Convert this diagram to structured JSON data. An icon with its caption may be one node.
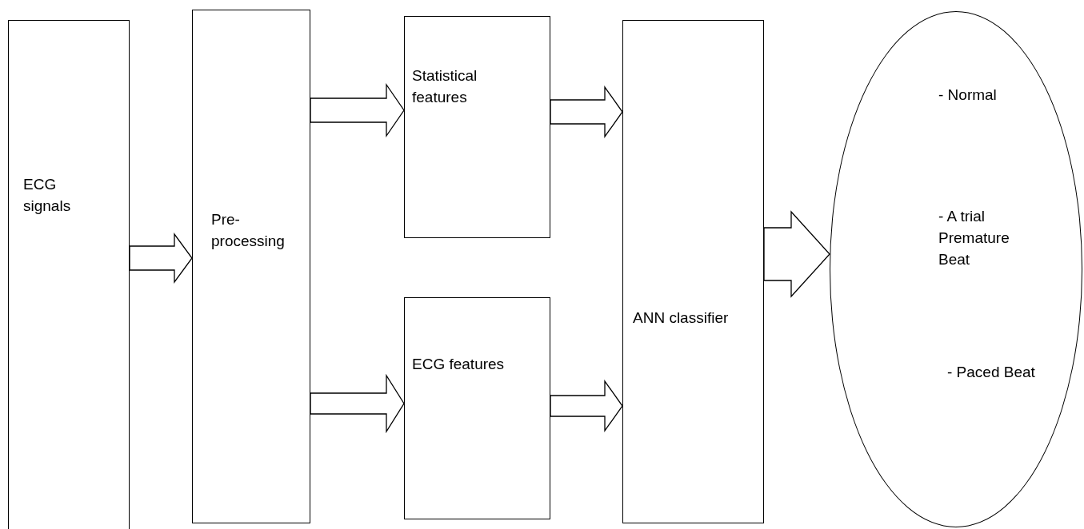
{
  "diagram": {
    "nodes": [
      {
        "text": [
          "ECG signals"
        ]
      },
      {
        "text": [
          "Pre- processing"
        ]
      },
      {
        "text": [
          "Statistical features"
        ]
      },
      {
        "text": [
          "ECG features"
        ]
      },
      {
        "text": [
          "ANN classifier"
        ]
      },
      {
        "text": [
          "- Normal",
          "- A trial Premature Beat",
          "- Paced Beat"
        ]
      }
    ],
    "edges": [
      {
        "from": 0,
        "to": 1,
        "arrow": "to"
      },
      {
        "from": 1,
        "to": 2,
        "arrow": "to"
      },
      {
        "from": 1,
        "to": 3,
        "arrow": "to"
      },
      {
        "from": 2,
        "to": 4,
        "arrow": "to"
      },
      {
        "from": 3,
        "to": 4,
        "arrow": "to"
      },
      {
        "from": 4,
        "to": 5,
        "arrow": "to"
      }
    ]
  }
}
